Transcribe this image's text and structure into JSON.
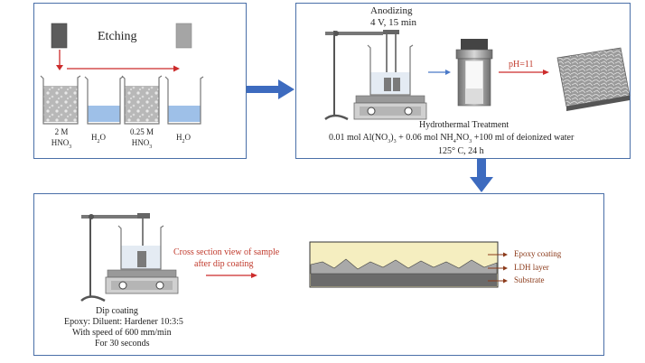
{
  "panel1": {
    "etching_title": "Etching",
    "beakers": [
      {
        "line1": "2 M",
        "line2": "HNO",
        "sub": "3"
      },
      {
        "line1": "H",
        "sub": "2",
        "line1_end": "O"
      },
      {
        "line1": "0.25 M",
        "line2": "HNO",
        "sub": "3"
      },
      {
        "line1": "H",
        "sub": "2",
        "line1_end": "O"
      }
    ]
  },
  "panel2": {
    "anodizing_title": "Anodizing",
    "anodizing_params": "4 V, 15 min",
    "ph_label": "pH=11",
    "hydrothermal_title": "Hydrothermal Treatment",
    "recipe": {
      "p1": "0.01 mol Al(NO",
      "s1": "3",
      "p2": ")",
      "s2": "3",
      "p3": " + 0.06 mol NH",
      "s3": "4",
      "p4": "NO",
      "s4": "3",
      "p5": " +100 ml of deionized water"
    },
    "conditions": "125° C, 24 h"
  },
  "panel3": {
    "cross_section_line1": "Cross section view of sample",
    "cross_section_line2": "after dip coating",
    "layer_labels": [
      "Epoxy coating",
      "LDH layer",
      "Substrate"
    ],
    "dip_title": "Dip coating",
    "dip_line2": "Epoxy: Diluent: Hardener  10:3:5",
    "dip_line3": "With speed of 600 mm/min",
    "dip_line4": "For 30 seconds"
  },
  "colors": {
    "panel_border": "#4a6fa8",
    "flow_arrow": "#3d6bbf",
    "red_arrow": "#cc2b2b",
    "red_text": "#c0392b",
    "layer_label": "#8b3a1a",
    "epoxy": "#f5eec0",
    "substrate": "#6b6b6b"
  }
}
